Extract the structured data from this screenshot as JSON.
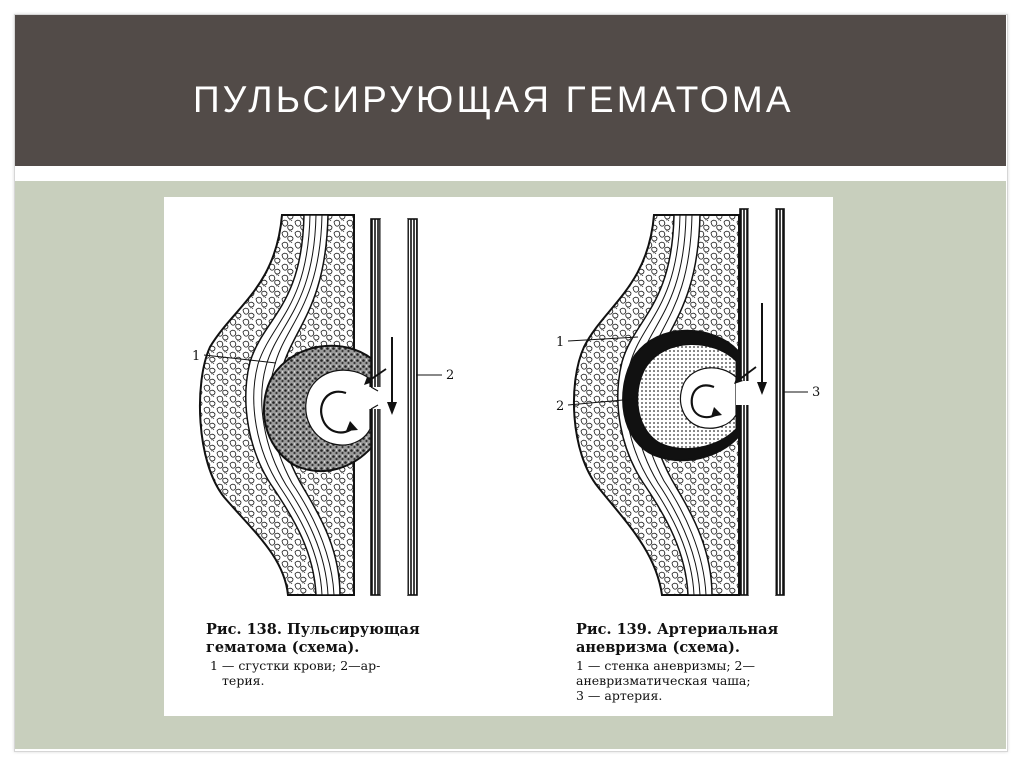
{
  "slide": {
    "title": "ПУЛЬСИРУЮЩАЯ ГЕМАТОМА"
  },
  "figure_left": {
    "caption_line1": "Рис. 138. Пульсирующая",
    "caption_line2": "гематома (схема).",
    "caption_line3": "1 — сгустки крови; 2—ар-",
    "caption_line4": "терия.",
    "labels": [
      "1",
      "2"
    ]
  },
  "figure_right": {
    "caption_line1": "Рис. 139. Артериальная",
    "caption_line2": "аневризма (схема).",
    "caption_line3": "1 — стенка аневризмы; 2—",
    "caption_line4": "аневризматическая чаша;",
    "caption_line5": "3 — артерия.",
    "labels": [
      "1",
      "2",
      "3"
    ]
  },
  "colors": {
    "title_bar": "#524b48",
    "content_bg": "#c8cfbd",
    "figure_bg": "#ffffff",
    "ink": "#111111"
  }
}
